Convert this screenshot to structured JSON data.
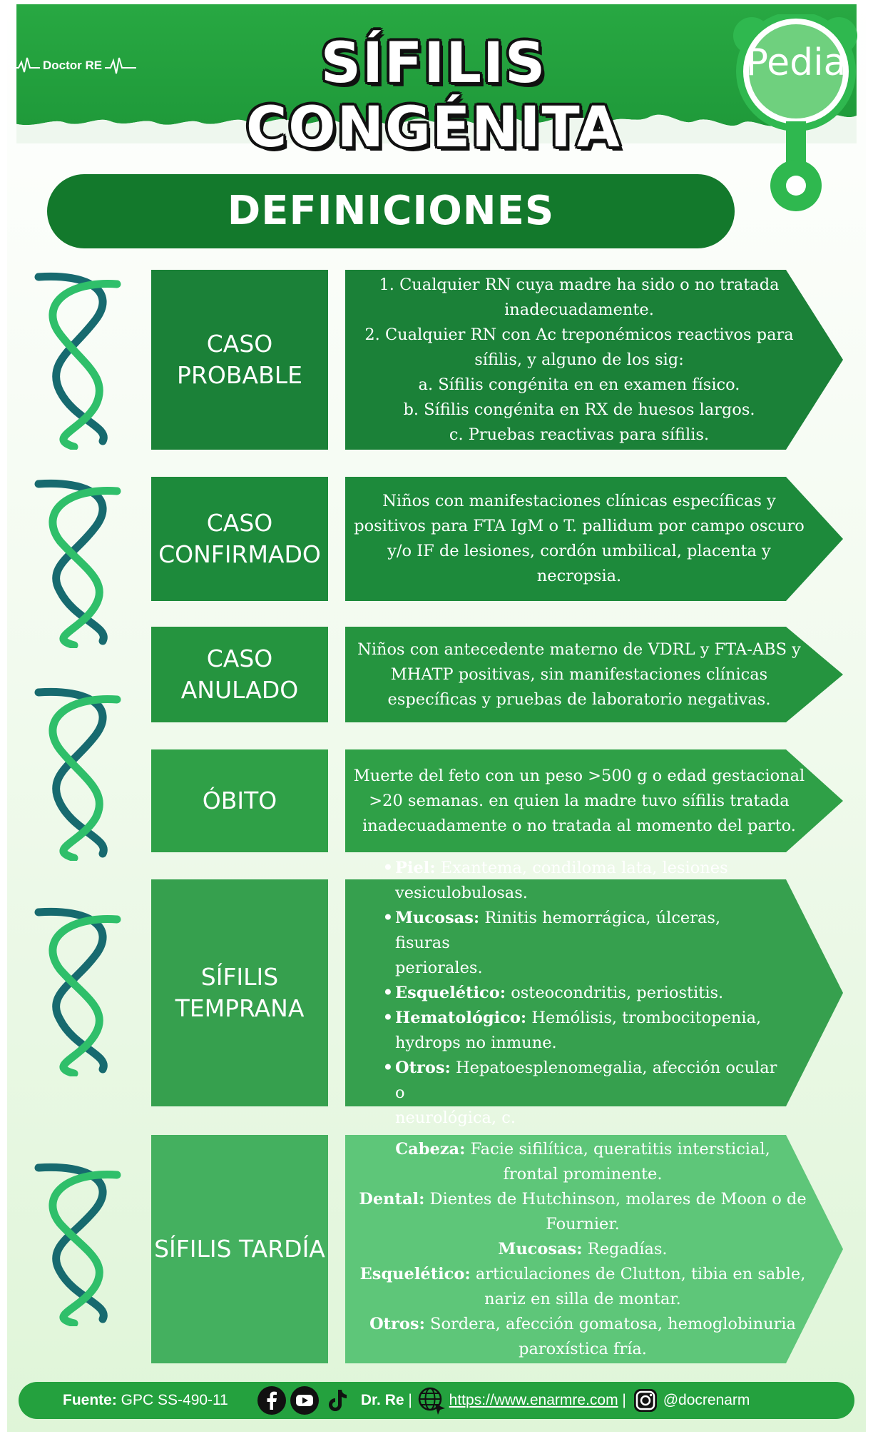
{
  "header": {
    "logo_text": "Doctor RE",
    "title": "SÍFILIS CONGÉNITA",
    "badge": "Pedia"
  },
  "section_title": "DEFINICIONES",
  "rows": [
    {
      "label_l1": "CASO",
      "label_l2": "PROBABLE",
      "lines": [
        "1.      Cualquier RN cuya madre ha sido o no tratada",
        "inadecuadamente.",
        "2.  Cualquier RN con Ac treponémicos reactivos para",
        "sífilis, y alguno de los sig:",
        "a.           Sífilis congénita en en examen físico.",
        "b.        Sífilis congénita en RX de huesos largos.",
        "c.              Pruebas reactivas para sífilis."
      ]
    },
    {
      "label_l1": "CASO",
      "label_l2": "CONFIRMADO",
      "lines": [
        "Niños con manifestaciones clínicas específicas y",
        "positivos para FTA IgM o T. pallidum por campo oscuro",
        "y/o IF de lesiones, cordón umbilical, placenta y",
        "necropsia."
      ]
    },
    {
      "label_l1": "CASO",
      "label_l2": "ANULADO",
      "lines": [
        "Niños con antecedente materno de VDRL y FTA-ABS y",
        "MHATP positivas, sin manifestaciones clínicas",
        "específicas y pruebas de laboratorio negativas."
      ]
    },
    {
      "label_l1": "ÓBITO",
      "label_l2": "",
      "lines": [
        "Muerte del feto con un peso >500 g o edad gestacional",
        ">20 semanas. en quien la madre tuvo sífilis tratada",
        "inadecuadamente o no tratada al momento del parto."
      ]
    },
    {
      "label_l1": "SÍFILIS",
      "label_l2": "TEMPRANA",
      "bullets": [
        {
          "k": "Piel:",
          "l1": " Exantema, condiloma lata, lesiones",
          "l2": "vesiculobulosas."
        },
        {
          "k": "Mucosas:",
          "l1": " Rinitis hemorrágica, úlceras, fisuras",
          "l2": "periorales."
        },
        {
          "k": "Esquelético:",
          "l1": " osteocondritis, periostitis.",
          "l2": ""
        },
        {
          "k": "Hematológico:",
          "l1": " Hemólisis, trombocitopenia,",
          "l2": "hydrops no inmune."
        },
        {
          "k": "Otros:",
          "l1": " Hepatoesplenomegalia, afección ocular o",
          "l2": "neurológica, c."
        }
      ]
    },
    {
      "label_l1": "SÍFILIS TARDÍA",
      "label_l2": "",
      "items": [
        {
          "k": "Cabeza:",
          "l1": " Facie sifilítica, queratitis intersticial,",
          "l2": "frontal prominente."
        },
        {
          "k": "Dental:",
          "l1": " Dientes de Hutchinson, molares de Moon o de",
          "l2": "Fournier."
        },
        {
          "k": "Mucosas:",
          "l1": " Regadías.",
          "l2": ""
        },
        {
          "k": "Esquelético:",
          "l1": " articulaciones de Clutton, tibia en sable,",
          "l2": "nariz en silla de montar."
        },
        {
          "k": "Otros:",
          "l1": " Sordera, afección gomatosa, hemoglobinuria",
          "l2": "paroxística fría."
        }
      ]
    }
  ],
  "footer": {
    "source_key": "Fuente:",
    "source_value": " GPC SS-490-11",
    "brand": "Dr. Re",
    "sep1": " | ",
    "url": "https://www.enarmre.com",
    "sep2": " | ",
    "handle": "@docrenarm"
  },
  "colors": {
    "header_green": "#25a33f",
    "banner_green": "#13792c",
    "row_probable": "#1b8138",
    "row_confirmado": "#1d8a3b",
    "row_anulado": "#25943f",
    "row_obito": "#2fa047",
    "row_temprana": "#36a04e",
    "row_tardia": "#5ec679",
    "helix_dark": "#176a6f",
    "helix_light": "#2fbf6a"
  },
  "icons": [
    "ekg-icon",
    "facebook-icon",
    "youtube-icon",
    "tiktok-icon",
    "globe-icon",
    "instagram-icon",
    "dna-helix-icon",
    "rattle-icon"
  ]
}
